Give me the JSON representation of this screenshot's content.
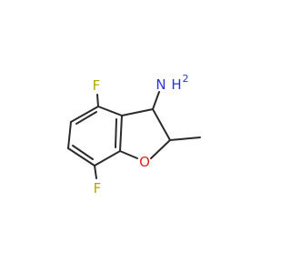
{
  "molecule": {
    "atoms": {
      "f_top": {
        "text": "F",
        "color": "#b3a800"
      },
      "f_bottom": {
        "text": "F",
        "color": "#b3a800"
      },
      "nitrogen": {
        "text": "N",
        "color": "#2b33d6"
      },
      "nitrogen_h": {
        "text": "H",
        "color": "#2b33d6"
      },
      "nitrogen_h_count": {
        "text": "2",
        "color": "#2b33d6"
      },
      "oxygen": {
        "text": "O",
        "color": "#e0261b"
      }
    },
    "bond_color": "#2b2b2b"
  }
}
